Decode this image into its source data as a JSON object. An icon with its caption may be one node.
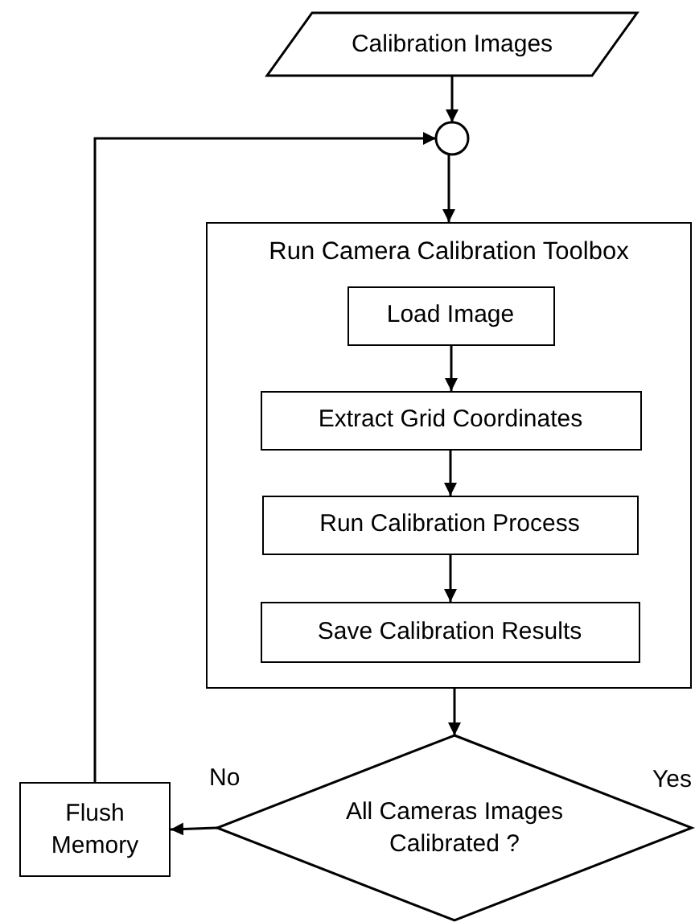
{
  "diagram": {
    "nodes": [
      {
        "text": [
          "Calibration Images"
        ]
      },
      {
        "text": [],
        "shape": "circle"
      },
      {
        "text": [
          "Run Camera Calibration Toolbox"
        ]
      },
      {
        "text": [
          "Load Image"
        ],
        "in": 2
      },
      {
        "text": [
          "Extract Grid Coordinates"
        ],
        "in": 2
      },
      {
        "text": [
          "Run Calibration Process"
        ],
        "in": 2
      },
      {
        "text": [
          "Save Calibration Results"
        ],
        "in": 2
      },
      {
        "text": [
          "All Cameras Images Calibrated ?"
        ]
      },
      {
        "text": [
          "Flush Memory"
        ]
      }
    ],
    "edges": [
      {
        "from": 0,
        "to": 1,
        "arrow": "to"
      },
      {
        "from": 1,
        "to": 2,
        "arrow": "to"
      },
      {
        "from": 3,
        "to": 4,
        "arrow": "to"
      },
      {
        "from": 4,
        "to": 5,
        "arrow": "to"
      },
      {
        "from": 5,
        "to": 6,
        "arrow": "to"
      },
      {
        "from": 2,
        "to": 7,
        "arrow": "to"
      },
      {
        "from": 7,
        "to": 8,
        "arrow": "to",
        "label": "No"
      },
      {
        "from": 8,
        "to": 1,
        "arrow": "to"
      }
    ],
    "labels": [
      "Yes"
    ]
  }
}
